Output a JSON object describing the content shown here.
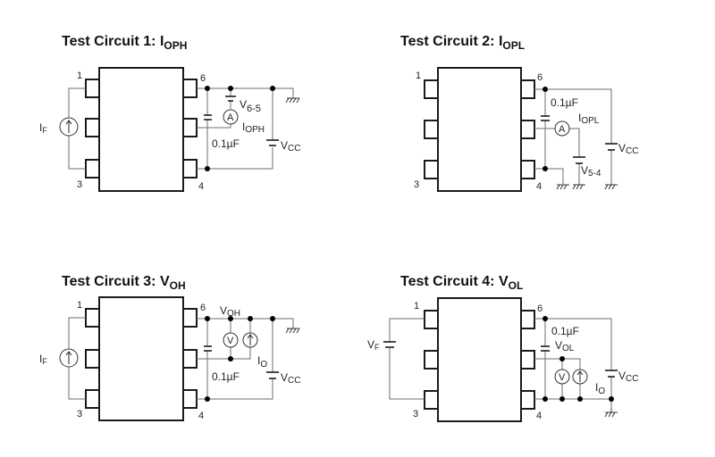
{
  "circuits": [
    {
      "title_main": "Test Circuit 1: I",
      "title_sub": "OPH",
      "pins": [
        "1",
        "6",
        "3",
        "4"
      ],
      "input_source": {
        "label": "I",
        "sub": "F",
        "icon": "current-source-icon"
      },
      "meter": {
        "symbol": "A",
        "label": "I",
        "sub": "OPH"
      },
      "bias": {
        "label": "V",
        "sub": "6-5"
      },
      "cap": "0.1µF",
      "supply": {
        "label": "V",
        "sub": "CC"
      }
    },
    {
      "title_main": "Test Circuit 2: I",
      "title_sub": "OPL",
      "pins": [
        "1",
        "6",
        "3",
        "4"
      ],
      "meter": {
        "symbol": "A",
        "label": "I",
        "sub": "OPL"
      },
      "bias": {
        "label": "V",
        "sub": "5-4"
      },
      "cap": "0.1µF",
      "supply": {
        "label": "V",
        "sub": "CC"
      }
    },
    {
      "title_main": "Test Circuit 3: V",
      "title_sub": "OH",
      "pins": [
        "1",
        "6",
        "3",
        "4"
      ],
      "input_source": {
        "label": "I",
        "sub": "F",
        "icon": "current-source-icon"
      },
      "voltmeter": {
        "symbol": "V",
        "label": "V",
        "sub": "OH"
      },
      "load": {
        "label": "I",
        "sub": "O"
      },
      "cap": "0.1µF",
      "supply": {
        "label": "V",
        "sub": "CC"
      }
    },
    {
      "title_main": "Test Circuit 4: V",
      "title_sub": "OL",
      "pins": [
        "1",
        "6",
        "3",
        "4"
      ],
      "input_source": {
        "label": "V",
        "sub": "F",
        "icon": "battery-icon"
      },
      "voltmeter": {
        "symbol": "V",
        "label": "V",
        "sub": "OL"
      },
      "load": {
        "label": "I",
        "sub": "O"
      },
      "cap": "0.1µF",
      "supply": {
        "label": "V",
        "sub": "CC"
      }
    }
  ]
}
